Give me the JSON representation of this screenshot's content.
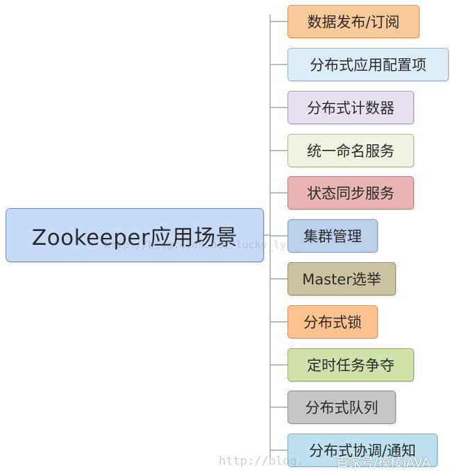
{
  "diagram": {
    "root": {
      "label": "Zookeeper应用场景",
      "color": "#c7dbf8"
    },
    "children": [
      {
        "label": "数据发布/订阅",
        "color": "#f9c99a",
        "border": "#d9965a"
      },
      {
        "label": "分布式应用配置项",
        "color": "#dcedf7",
        "border": "#97b8c9"
      },
      {
        "label": "分布式计数器",
        "color": "#e7e0ef",
        "border": "#a99bbd"
      },
      {
        "label": "统一命名服务",
        "color": "#eef2e1",
        "border": "#b3bd8e"
      },
      {
        "label": "状态同步服务",
        "color": "#e8b4b4",
        "border": "#bd7a7a"
      },
      {
        "label": "集群管理",
        "color": "#bcd0eb",
        "border": "#7f9cc4"
      },
      {
        "label": "Master选举",
        "color": "#cbc3a0",
        "border": "#978d63"
      },
      {
        "label": "分布式锁",
        "color": "#fbc28e",
        "border": "#d99258"
      },
      {
        "label": "定时任务争夺",
        "color": "#cfe2a9",
        "border": "#94ae68"
      },
      {
        "label": "分布式队列",
        "color": "#c5c5c5",
        "border": "#8e8e8e"
      },
      {
        "label": "分布式协调/通知",
        "color": "#bfe0ee",
        "border": "#7eafc4"
      }
    ],
    "connector_color": "#a6a6a6"
  },
  "watermarks": {
    "mid": "http://blog.csdn.net/lucky_ly",
    "bottom": "http://blog.",
    "brand": "百家号/模棱JAVA"
  }
}
